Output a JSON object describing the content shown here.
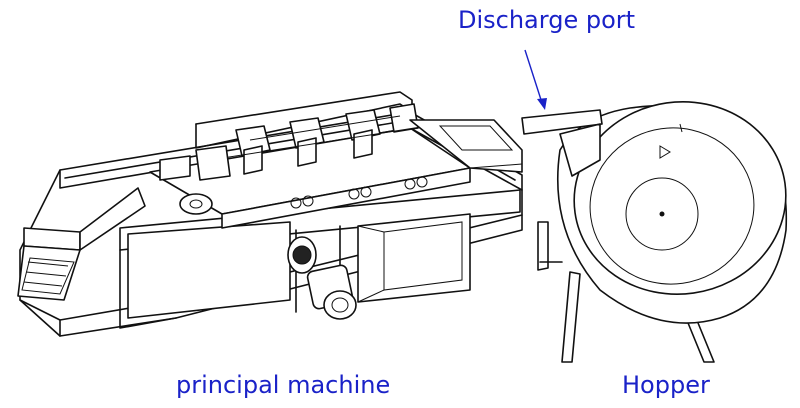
{
  "labels": {
    "discharge_port": "Discharge port",
    "principal_machine": "principal machine",
    "hopper": "Hopper"
  },
  "colors": {
    "label_text": "#1a22c8",
    "line_art": "#111111",
    "background": "#ffffff"
  }
}
